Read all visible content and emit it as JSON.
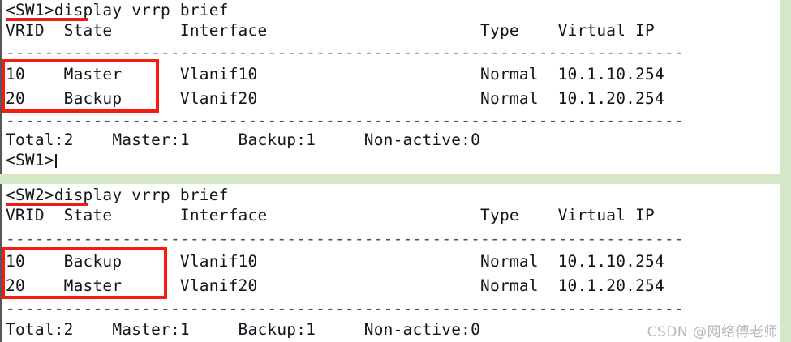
{
  "theme": {
    "page_background": "#d4e8c8",
    "terminal_background": "#ffffff",
    "terminal_text": "#11161c",
    "highlight_red": "#f51b0d",
    "underline_red": "#ef1b18",
    "watermark_color": "#b9b9b9"
  },
  "watermark": {
    "text": "CSDN @网络傅老师"
  },
  "panels": [
    {
      "id": "sw1",
      "device": "SW1",
      "prompt": "<SW1>",
      "command": "display vrrp brief",
      "command_line": "<SW1>display vrrp brief",
      "header_line": "VRID  State       Interface                      Type    Virtual IP",
      "columns": [
        "VRID",
        "State",
        "Interface",
        "Type",
        "Virtual IP"
      ],
      "separator": "----------------------------------------------------------------------",
      "rows": [
        {
          "line": "10    Master      Vlanif10                       Normal  10.1.10.254",
          "vrid": "10",
          "state": "Master",
          "interface": "Vlanif10",
          "type": "Normal",
          "virtual_ip": "10.1.10.254"
        },
        {
          "line": "20    Backup      Vlanif20                       Normal  10.1.20.254",
          "vrid": "20",
          "state": "Backup",
          "interface": "Vlanif20",
          "type": "Normal",
          "virtual_ip": "10.1.20.254"
        }
      ],
      "summary_line": "Total:2    Master:1     Backup:1     Non-active:0",
      "summary": {
        "total": "Total:2",
        "master": "Master:1",
        "backup": "Backup:1",
        "non_active": "Non-active:0"
      },
      "trailing_prompt": "<SW1>"
    },
    {
      "id": "sw2",
      "device": "SW2",
      "prompt": "<SW2>",
      "command": "display vrrp brief",
      "command_line": "<SW2>display vrrp brief",
      "header_line": "VRID  State       Interface                      Type    Virtual IP",
      "columns": [
        "VRID",
        "State",
        "Interface",
        "Type",
        "Virtual IP"
      ],
      "separator": "----------------------------------------------------------------------",
      "rows": [
        {
          "line": "10    Backup      Vlanif10                       Normal  10.1.10.254",
          "vrid": "10",
          "state": "Backup",
          "interface": "Vlanif10",
          "type": "Normal",
          "virtual_ip": "10.1.10.254"
        },
        {
          "line": "20    Master      Vlanif20                       Normal  10.1.20.254",
          "vrid": "20",
          "state": "Master",
          "interface": "Vlanif20",
          "type": "Normal",
          "virtual_ip": "10.1.20.254"
        }
      ],
      "summary_line": "Total:2    Master:1     Backup:1     Non-active:0",
      "summary": {
        "total": "Total:2",
        "master": "Master:1",
        "backup": "Backup:1",
        "non_active": "Non-active:0"
      },
      "trailing_prompt": ""
    }
  ]
}
